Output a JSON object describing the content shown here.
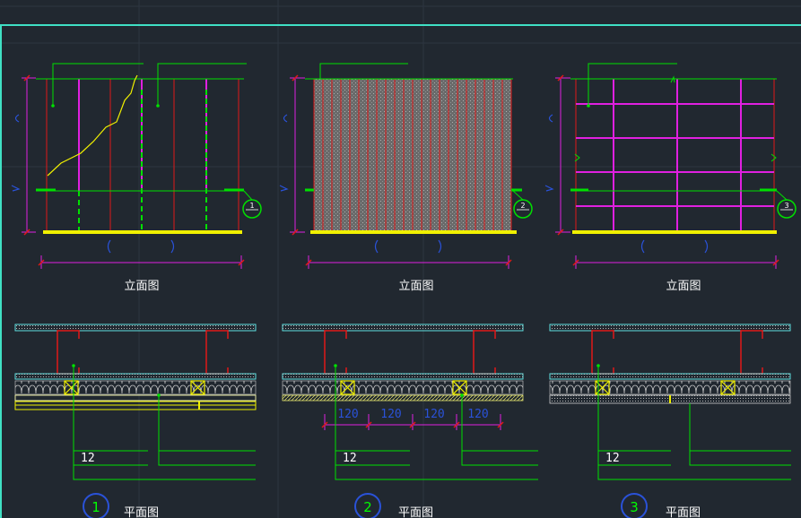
{
  "elevation_caption": "立面图",
  "plan_caption": "平面图",
  "elevation_markers": [
    "1",
    "2",
    "3"
  ],
  "plan_markers": [
    "1",
    "2",
    "3"
  ],
  "plan_thickness_label": "12",
  "spacing_dims": [
    "120",
    "120",
    "120",
    "120"
  ],
  "colors": {
    "background": "#212830",
    "frame": "#3fe0c4",
    "red": "#e01818",
    "magenta": "#e020e0",
    "green": "#00e000",
    "yellow": "#f0f000",
    "cyan": "#60e0e0",
    "blue": "#2a52d8",
    "white": "#ffffff"
  }
}
